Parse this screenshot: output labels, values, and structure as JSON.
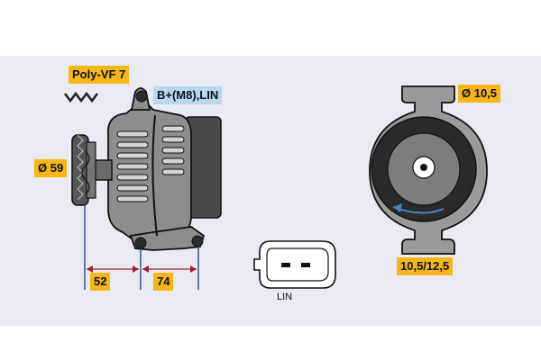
{
  "labels": {
    "belt": "Poly-VF 7",
    "terminal": "B+(M8),LIN",
    "pulley_diameter": "Ø 59",
    "dim_a": "52",
    "dim_b": "74",
    "connector": "LIN",
    "mount_hole": "Ø 10,5",
    "mount_width": "10,5/12,5"
  },
  "colors": {
    "label_yellow": "#f4b619",
    "label_blue": "#b9d8ef",
    "dimension_line": "#1a3d8c",
    "dimension_arrow": "#a0202a",
    "background_panel": "#e9eaf2"
  }
}
